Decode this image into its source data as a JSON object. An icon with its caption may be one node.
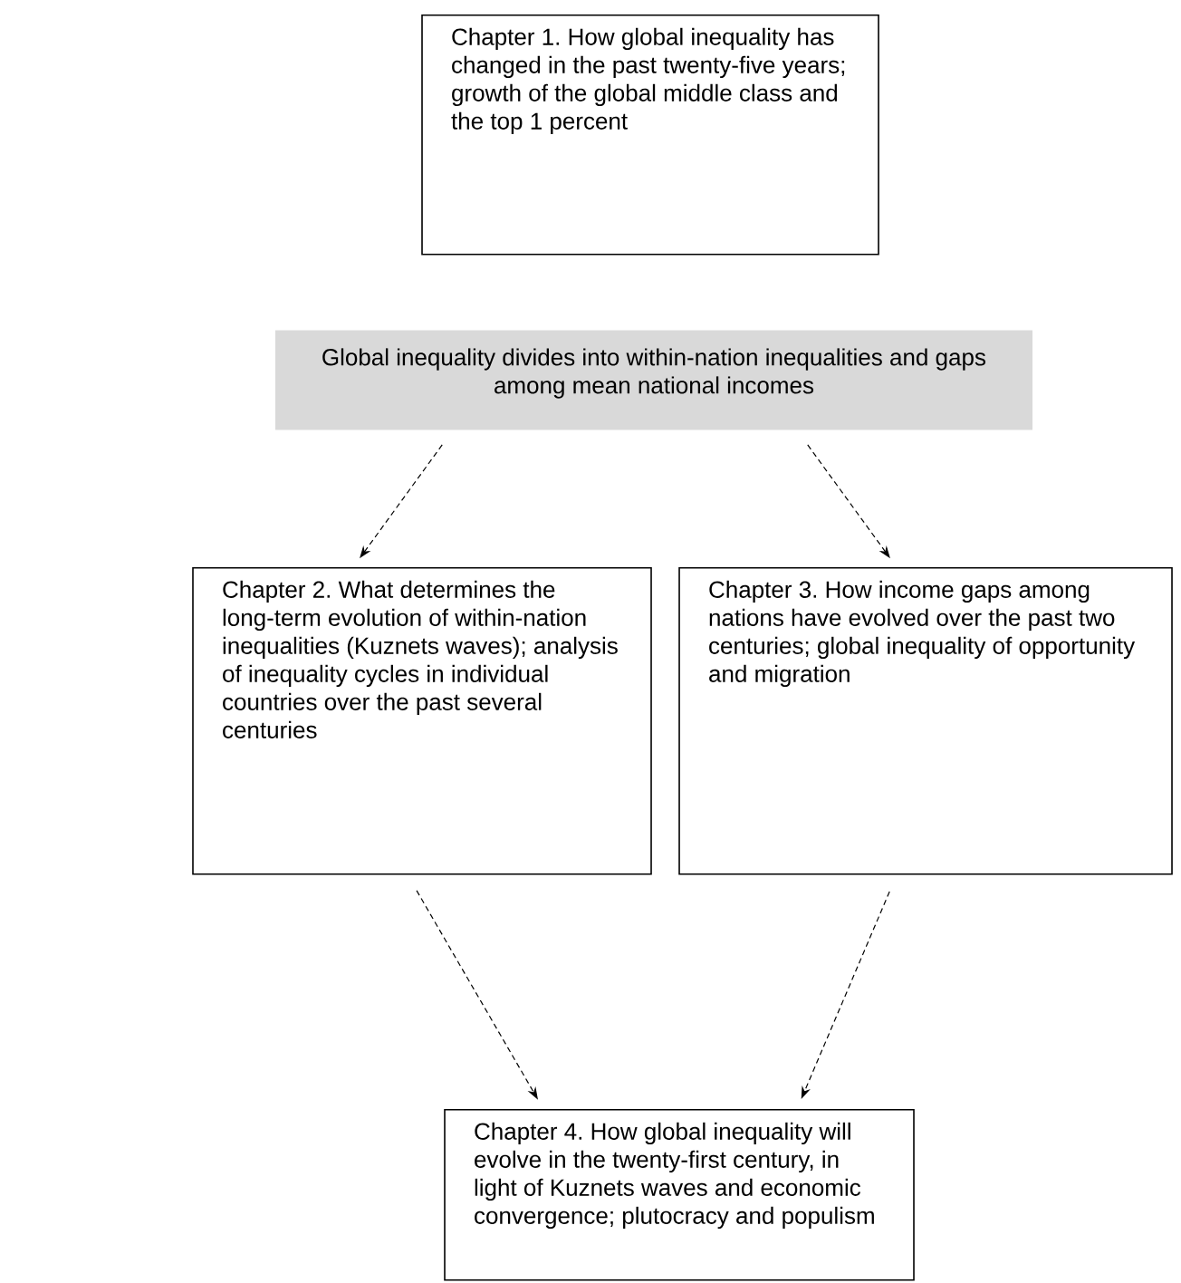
{
  "diagram": {
    "nodes": [
      {
        "text": [
          "Chapter 1. How global inequality has changed in the past twenty-five years; growth of the global middle class and the top 1 percent"
        ]
      },
      {
        "text": [
          "Global inequality divides into within-nation inequalities and gaps among mean national incomes"
        ]
      },
      {
        "text": [
          "Chapter 2. What determines the long-term evolution of within-nation inequalities (Kuznets waves); analysis of inequality cycles in individual countries over the past several centuries"
        ]
      },
      {
        "text": [
          "Chapter 3. How income gaps among nations have evolved over the past two centuries; global inequality of opportunity and migration"
        ]
      },
      {
        "text": [
          "Chapter 4. How global inequality will evolve in the twenty-first century, in light of Kuznets waves and economic convergence; plutocracy and populism"
        ]
      }
    ],
    "edges": [
      {
        "from": 1,
        "to": 2,
        "arrow": "to",
        "style": "dashed"
      },
      {
        "from": 1,
        "to": 3,
        "arrow": "to",
        "style": "dashed"
      },
      {
        "from": 2,
        "to": 4,
        "arrow": "to",
        "style": "dashed"
      },
      {
        "from": 3,
        "to": 4,
        "arrow": "to",
        "style": "dashed"
      }
    ]
  }
}
